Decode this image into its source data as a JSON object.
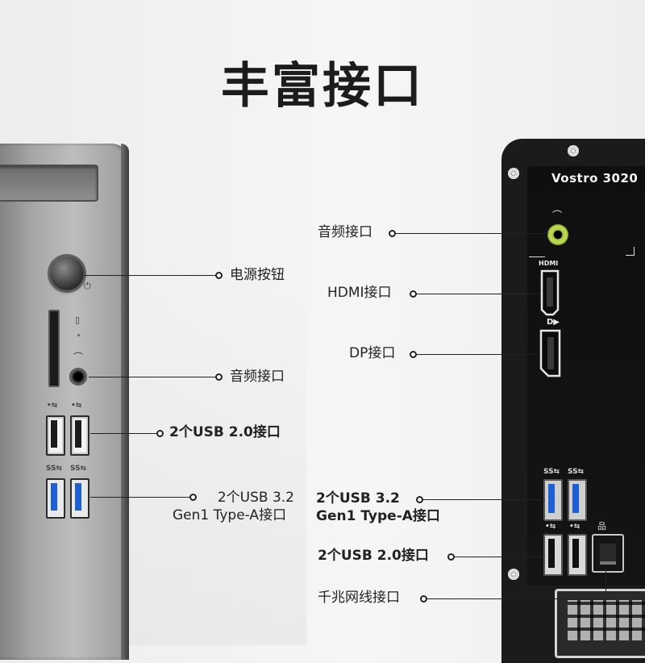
{
  "title": "丰富接口",
  "right_model": "Vostro 3020",
  "icons": {
    "power": "⏻",
    "headphone": "⌒",
    "led": "▯",
    "lan": "品"
  },
  "port_symbols": {
    "usb2": "•⇆",
    "usb3": "SS⇆",
    "hdmi": "HDMI",
    "dp": "D▶"
  },
  "left_labels": {
    "power": "电源按钮",
    "audio": "音频接口",
    "usb2": "2个USB 2.0接口",
    "usb3_line1": "2个USB 3.2",
    "usb3_line2": "Gen1 Type-A接口"
  },
  "right_labels": {
    "audio": "音频接口",
    "hdmi": "HDMI接口",
    "dp": "DP接口",
    "usb3_line1": "2个USB 3.2",
    "usb3_line2": "Gen1 Type-A接口",
    "usb2": "2个USB 2.0接口",
    "lan": "千兆网线接口"
  },
  "colors": {
    "usb3_blue": "#1f5fd6",
    "audio_green": "#b5d34a",
    "tower_dark": "#1b1b1b",
    "tower_silver": "#a7a7a7"
  }
}
